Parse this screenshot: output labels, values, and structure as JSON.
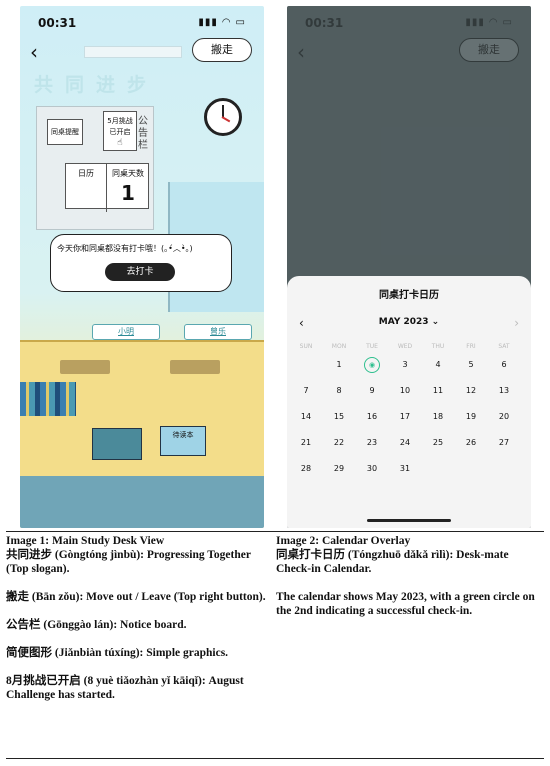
{
  "time": "00:31",
  "screen1": {
    "move_out": "搬走",
    "slogan": "共同进步",
    "board_note_left": "同桌提醒",
    "board_note_right": "5月挑战已开启",
    "board_label": "公告栏",
    "calendar_label": "日历",
    "desk_days_label": "同桌天数",
    "desk_days_value": "1",
    "bubble_message": "今天你和同桌都没有打卡哦！(｡•́︿•̀｡)",
    "checkin_button": "去打卡",
    "user_left": "小明",
    "user_right": "曾乐",
    "book_label": "待读本"
  },
  "screen2": {
    "move_out": "搬走",
    "sheet_title": "同桌打卡日历",
    "month": "MAY  2023",
    "weekdays": [
      "SUN",
      "MON",
      "TUE",
      "WED",
      "THU",
      "FRI",
      "SAT"
    ],
    "first_weekday_index": 1,
    "days_in_month": 31,
    "checked_day": 2
  },
  "captions": {
    "left_title": "Image 1: Main Study Desk View",
    "left_lines": [
      "共同进步 (Gòngtóng jìnbù): Progressing Together (Top slogan).",
      "搬走 (Bān zǒu): Move out / Leave (Top right button).",
      "公告栏 (Gōnggào lán): Notice board.",
      "简便图形 (Jiǎnbiàn túxíng): Simple graphics.",
      "8月挑战已开启 (8 yuè tiǎozhàn yǐ kāiqǐ): August Challenge has started."
    ],
    "right_title": "Image 2: Calendar Overlay",
    "right_lines": [
      "同桌打卡日历 (Tóngzhuō dǎkǎ rìlì): Desk-mate Check-in Calendar.",
      "The calendar shows May 2023, with a green circle on the 2nd indicating a successful check-in."
    ]
  }
}
